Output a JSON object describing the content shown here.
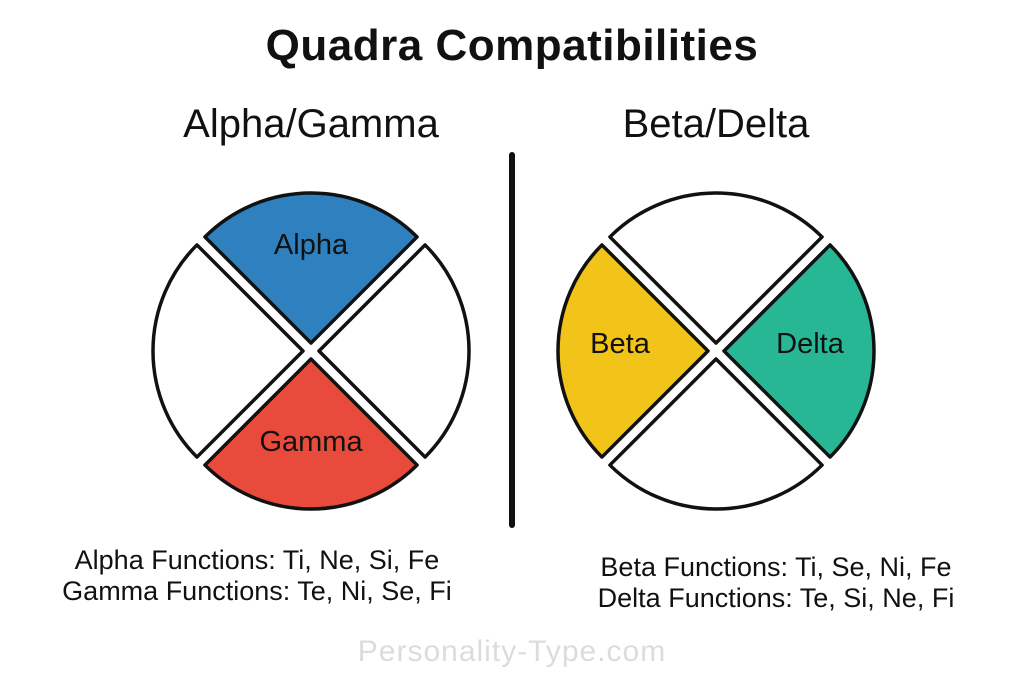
{
  "page": {
    "title": "Quadra Compatibilities",
    "watermark": "Personality-Type.com"
  },
  "colors": {
    "alpha": "#2E80BE",
    "gamma": "#E84B3C",
    "beta": "#F2C41A",
    "delta": "#28B795",
    "outline": "#111111",
    "divider": "#111111",
    "watermark": "#DCDCDC",
    "empty_sector": "#FFFFFF"
  },
  "diagrams": [
    {
      "heading": "Alpha/Gamma",
      "sector_labels": {
        "top": "Alpha",
        "bottom": "Gamma"
      },
      "function_lines": [
        "Alpha Functions: Ti, Ne, Si, Fe",
        "Gamma Functions: Te, Ni, Se, Fi"
      ]
    },
    {
      "heading": "Beta/Delta",
      "sector_labels": {
        "left": "Beta",
        "right": "Delta"
      },
      "function_lines": [
        "Beta Functions: Ti, Se, Ni, Fe",
        "Delta Functions: Te, Si, Ne, Fi"
      ]
    }
  ]
}
